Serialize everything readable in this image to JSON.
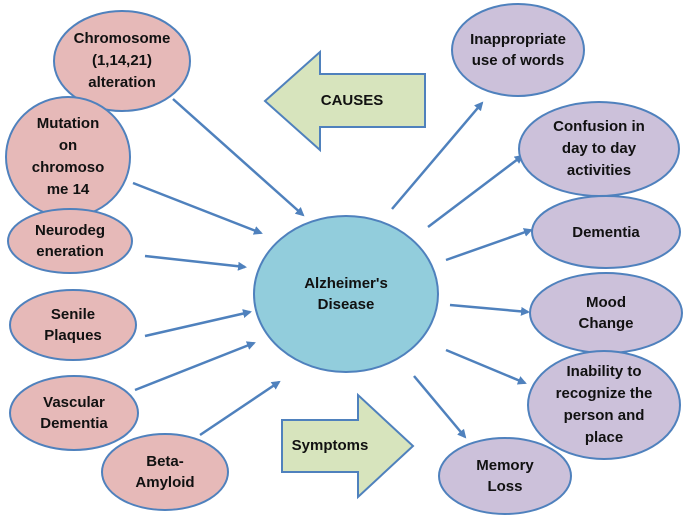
{
  "center": {
    "text": "Alzheimer's\nDisease"
  },
  "causes_label": "CAUSES",
  "symptoms_label": "Symptoms",
  "causes": [
    {
      "text": "Chromosome\n(1,14,21)\nalteration"
    },
    {
      "text": "Mutation\non\nchromoso\nme 14"
    },
    {
      "text": "Neurodeg\neneration"
    },
    {
      "text": "Senile\nPlaques"
    },
    {
      "text": "Vascular\nDementia"
    },
    {
      "text": "Beta-\nAmyloid"
    }
  ],
  "symptoms": [
    {
      "text": "Inappropriate\nuse of words"
    },
    {
      "text": "Confusion in\nday to day\nactivities"
    },
    {
      "text": "Dementia"
    },
    {
      "text": "Mood\nChange"
    },
    {
      "text": "Inability to\nrecognize the\nperson and\nplace"
    },
    {
      "text": "Memory\nLoss"
    }
  ],
  "colors": {
    "center_fill": "#92CDDC",
    "center_stroke": "#4F81BD",
    "cause_fill": "#E6B9B8",
    "cause_stroke": "#4F81BD",
    "symptom_fill": "#CCC1DA",
    "symptom_stroke": "#4F81BD",
    "arrow_fill": "#D7E4BD",
    "arrow_stroke": "#4F81BD",
    "connector": "#4F81BD"
  }
}
